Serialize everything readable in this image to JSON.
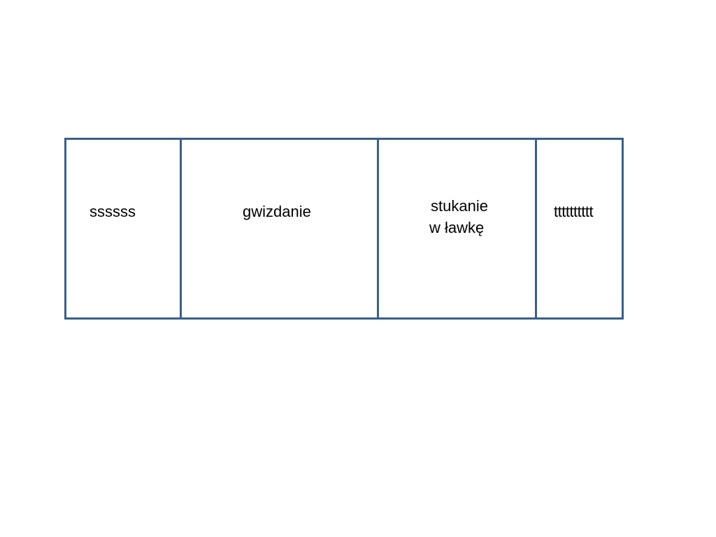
{
  "diagram": {
    "border_color": "#3b5f85",
    "cells": [
      {
        "lines": [
          "ssssss"
        ]
      },
      {
        "lines": [
          "gwizdanie"
        ]
      },
      {
        "lines": [
          "stukanie",
          "w ławkę"
        ]
      },
      {
        "lines": [
          "tttttttttt"
        ]
      }
    ]
  }
}
